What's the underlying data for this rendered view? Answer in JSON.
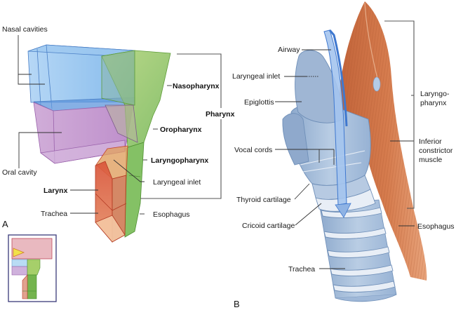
{
  "panel_a": {
    "label": "A",
    "labels": {
      "nasal_cavities": "Nasal cavities",
      "oral_cavity": "Oral cavity",
      "nasopharynx": "Nasopharynx",
      "oropharynx": "Oropharynx",
      "laryngopharynx": "Laryngopharynx",
      "pharynx": "Pharynx",
      "laryngeal_inlet": "Laryngeal inlet",
      "larynx": "Larynx",
      "trachea": "Trachea",
      "esophagus": "Esophagus"
    },
    "colors": {
      "nasal": "#8cc0ee",
      "oral": "#c295cc",
      "pharynx": "#8cc454",
      "larynx": "#d9603e",
      "trachea": "#f0b890",
      "inset_border": "#3a3a7a",
      "inset_head": "#e9b9c0",
      "inset_eye": "#f2e24a"
    }
  },
  "panel_b": {
    "label": "B",
    "labels": {
      "airway": "Airway",
      "laryngeal_inlet": "Laryngeal inlet",
      "epiglottis": "Epiglottis",
      "vocal_cords": "Vocal cords",
      "thyroid_cartilage": "Thyroid cartilage",
      "cricoid_cartilage": "Cricoid cartilage",
      "trachea": "Trachea",
      "laryngopharynx_1": "Laryngo-",
      "laryngopharynx_2": "pharynx",
      "inferior_1": "Inferior",
      "inferior_2": "constrictor",
      "inferior_3": "muscle",
      "esophagus": "Esophagus"
    },
    "colors": {
      "muscle": "#d07448",
      "muscle_light": "#eaa880",
      "cartilage": "#a9c1dc",
      "cartilage_dark": "#7e9cc0",
      "airway": "#4f86d6"
    }
  }
}
